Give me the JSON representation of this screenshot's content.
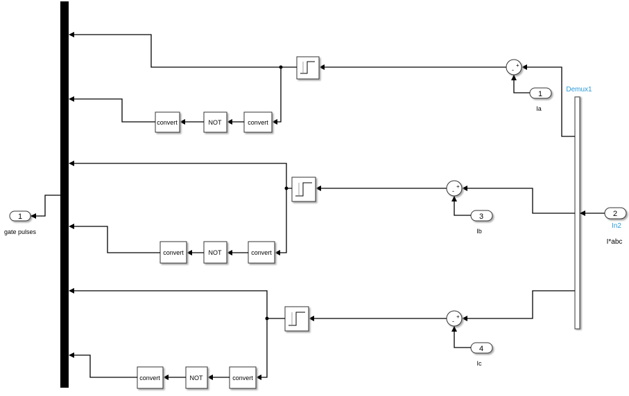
{
  "outport": {
    "number": "1",
    "name": "gate pulses"
  },
  "inport_main": {
    "number": "2",
    "name": "In2",
    "signal": "I*abc"
  },
  "demux": {
    "name": "Demux1"
  },
  "phases": [
    {
      "inport_number": "1",
      "inport_name": "Ia",
      "sum_signs": [
        "-",
        "+"
      ],
      "convert1": "convert",
      "not": "NOT",
      "convert2": "convert"
    },
    {
      "inport_number": "3",
      "inport_name": "Ib",
      "sum_signs": [
        "-",
        "+"
      ],
      "convert1": "convert",
      "not": "NOT",
      "convert2": "convert"
    },
    {
      "inport_number": "4",
      "inport_name": "Ic",
      "sum_signs": [
        "-",
        "+"
      ],
      "convert1": "convert",
      "not": "NOT",
      "convert2": "convert"
    }
  ],
  "colors": {
    "label_blue": "#2a9ad8",
    "mux": "#000000"
  }
}
